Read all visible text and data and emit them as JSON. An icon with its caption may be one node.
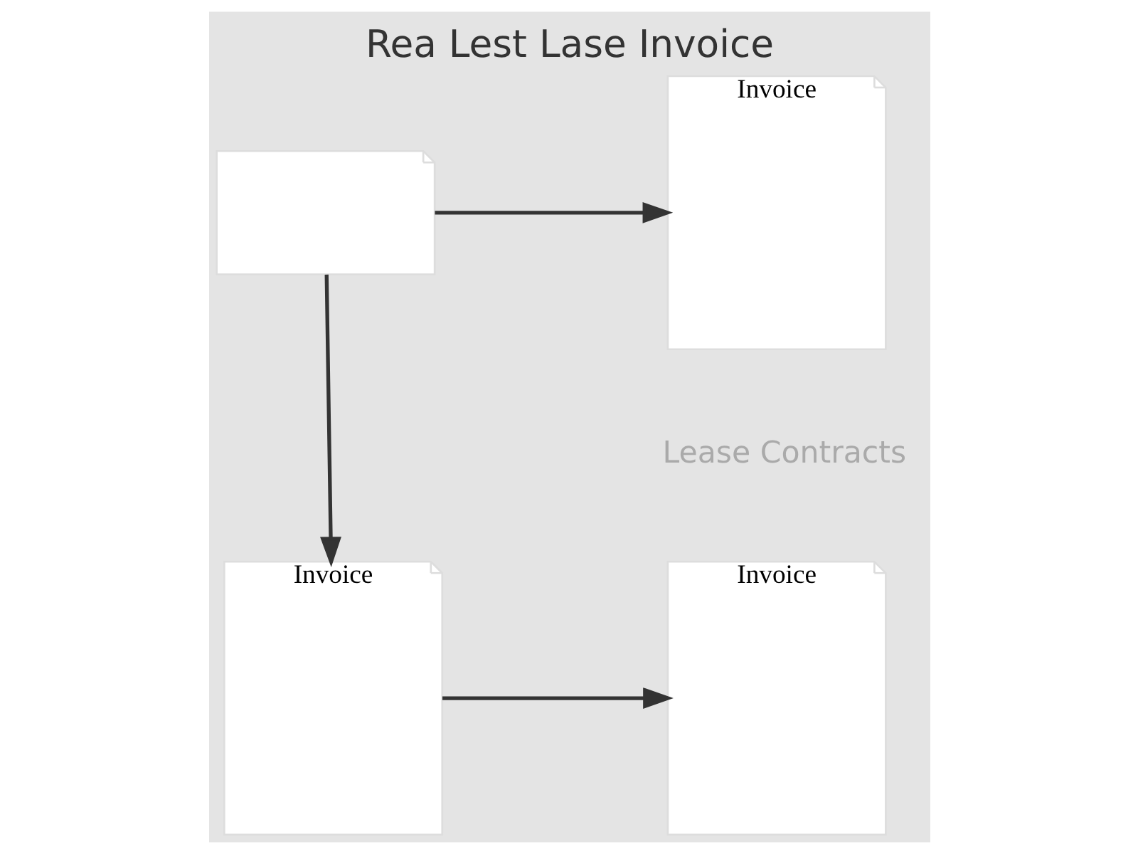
{
  "diagram": {
    "title": "Rea Lest Lase Invoice",
    "nodes": [
      {
        "text": [],
        "shape": "document"
      },
      {
        "text": [
          "Invoice"
        ]
      },
      {
        "text": [
          "Invoice"
        ]
      },
      {
        "text": [
          "Invoice"
        ]
      }
    ],
    "edges": [
      {
        "from": 0,
        "to": 1,
        "arrow": "to"
      },
      {
        "from": 0,
        "to": 2,
        "arrow": "to"
      },
      {
        "from": 2,
        "to": 3,
        "arrow": "to"
      }
    ],
    "labels": [
      "Lease Contracts"
    ]
  }
}
